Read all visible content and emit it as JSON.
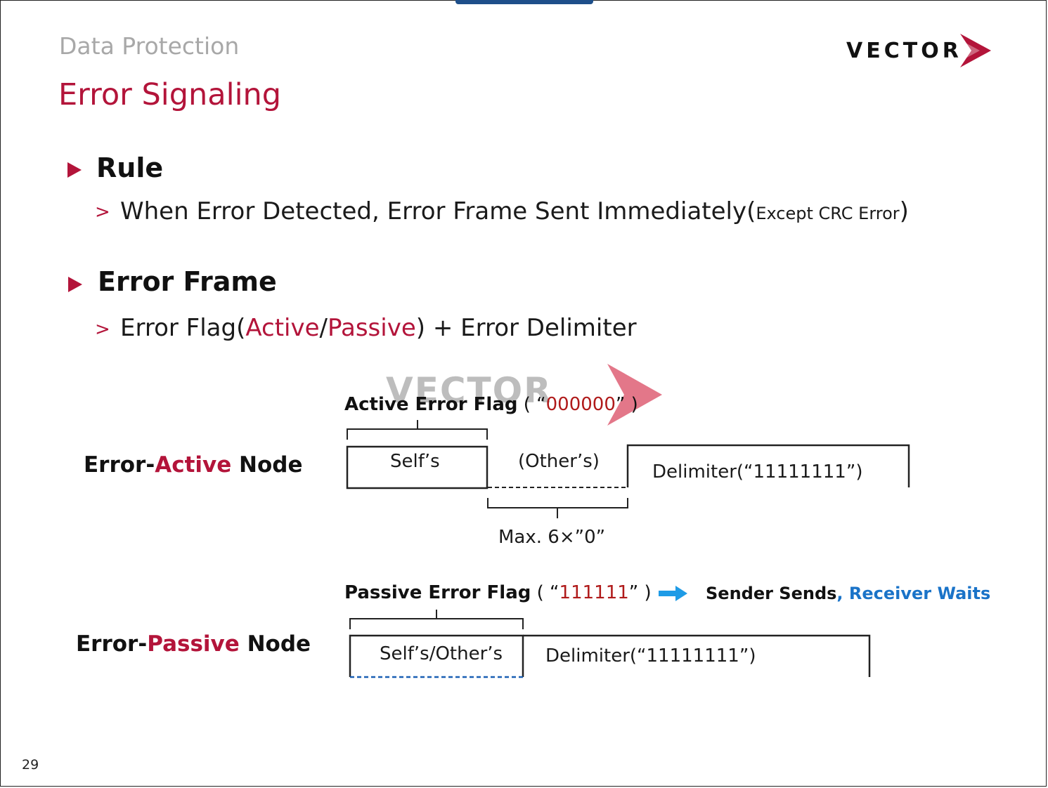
{
  "header": {
    "section": "Data Protection",
    "title": "Error Signaling",
    "logo": "VECTOR"
  },
  "rule": {
    "heading": "Rule",
    "bullet_marker": ">",
    "text": "When Error Detected, Error Frame Sent Immediately(",
    "note": "Except CRC Error",
    "close": ")"
  },
  "error_frame": {
    "heading": "Error Frame",
    "bullet_marker": ">",
    "part1": "Error Flag(",
    "active": "Active",
    "slash": "/",
    "passive": "Passive",
    "part2": ") + Error Delimiter"
  },
  "diagram": {
    "active": {
      "node_prefix": "Error-",
      "node_highlight": "Active",
      "node_suffix": " Node",
      "flag_label": "Active Error Flag",
      "flag_open": " ( “",
      "flag_value": "000000",
      "flag_close": "” )",
      "self_box": "Self’s",
      "other_box": "(Other’s)",
      "delimiter": "Delimiter(“11111111”)",
      "max_note": "Max. 6×”0”"
    },
    "passive": {
      "node_prefix": "Error-",
      "node_highlight": "Passive",
      "node_suffix": " Node",
      "flag_label": "Passive Error Flag",
      "flag_open": " ( “",
      "flag_value": "111111",
      "flag_close": "” )",
      "sender": "Sender Sends",
      "receiver": ", Receiver Waits",
      "self_box": "Self’s/Other’s",
      "delimiter": "Delimiter(“11111111”)"
    },
    "watermark": "VECTOR"
  },
  "footer": {
    "page_number": "29"
  },
  "colors": {
    "accent_red": "#b3143a",
    "value_red": "#b01a1a",
    "blue": "#1a73c8",
    "arrow_blue": "#1e9be6",
    "section_gray": "#a8a8a8"
  },
  "icons": [
    "bullet-triangle-icon",
    "sub-bullet-chevron-icon",
    "right-arrow-icon",
    "vector-logo-chevron-icon"
  ]
}
